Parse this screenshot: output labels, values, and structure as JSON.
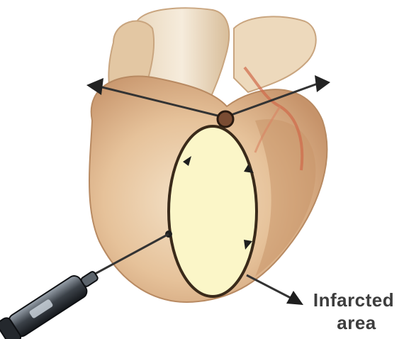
{
  "labels": {
    "infarcted_line1": "Infarcted",
    "infarcted_line2": "area"
  },
  "icons": [
    "heart-illustration",
    "infarct-patch",
    "arrow-left",
    "arrow-right",
    "arrow-infarct-pointer",
    "injector-device"
  ],
  "colors": {
    "heart_tissue": "#e8c9a4",
    "heart_shadow": "#c99b74",
    "infarct_fill": "#fbf6c8",
    "outline": "#3a2a1a",
    "arrow": "#333333",
    "label_text": "#3d3d3d"
  }
}
